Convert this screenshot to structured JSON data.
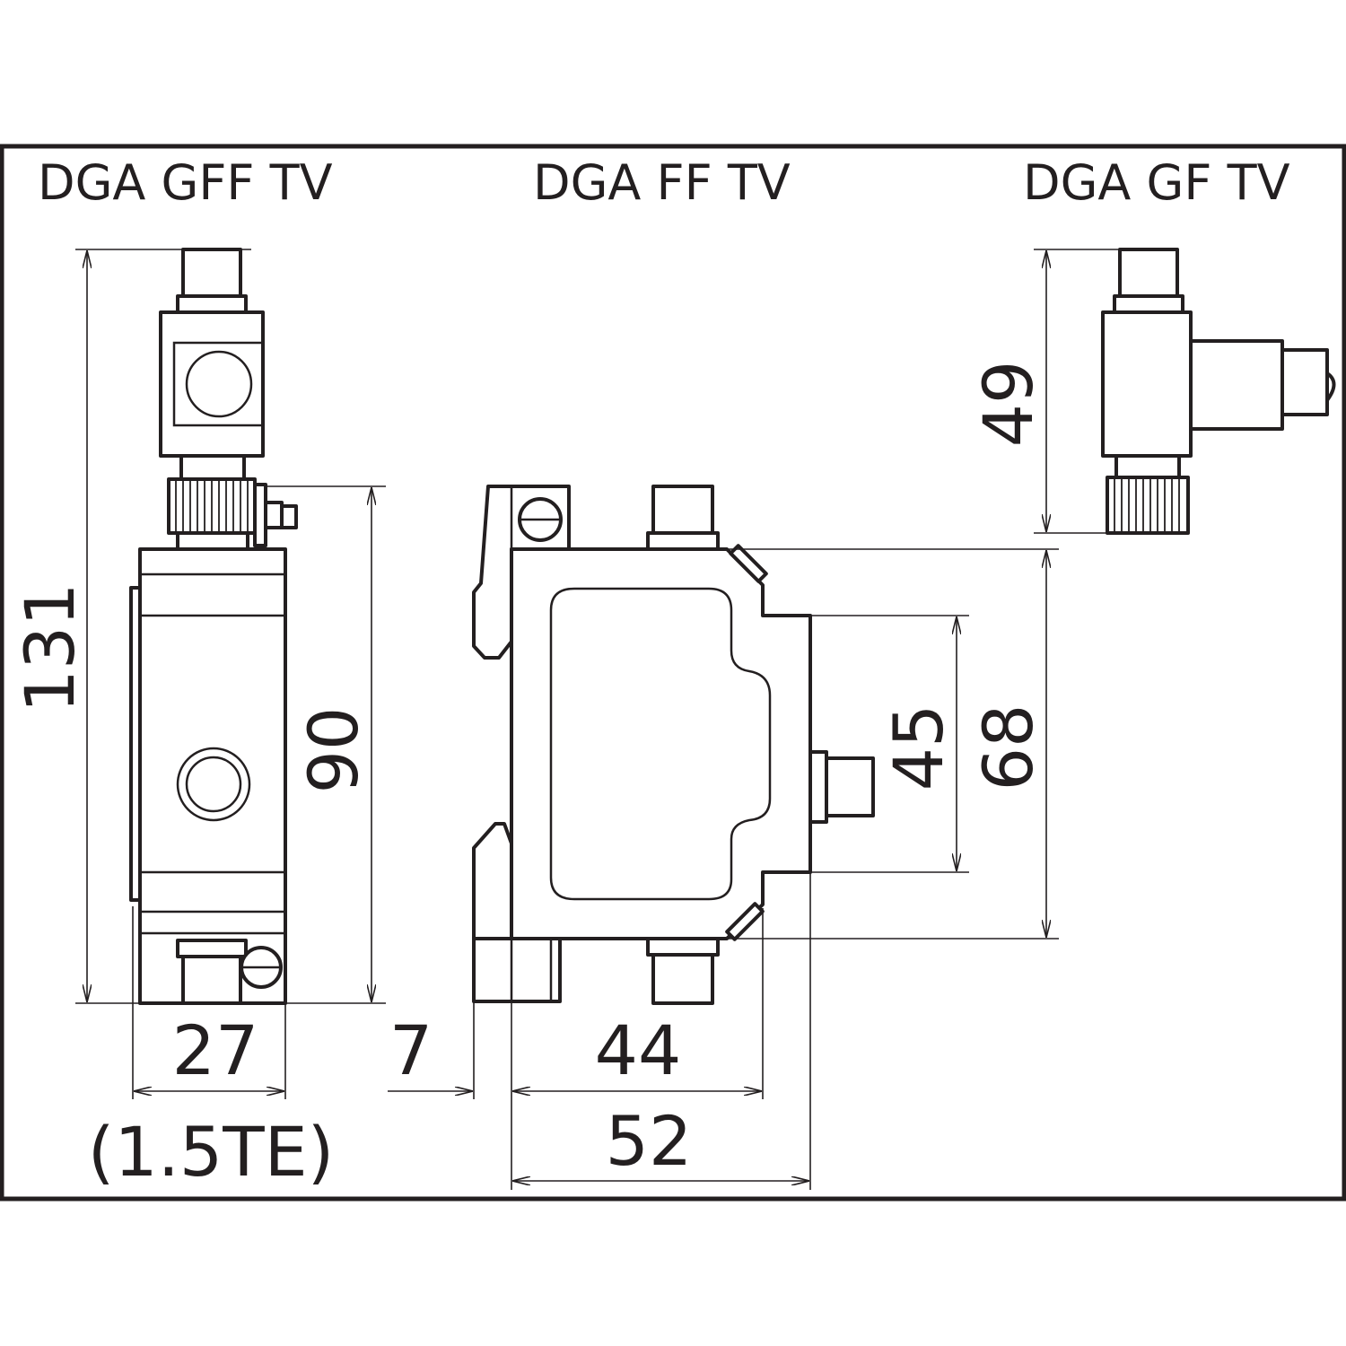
{
  "titles": {
    "left": "DGA GFF TV",
    "center": "DGA FF TV",
    "right": "DGA GF TV"
  },
  "dimensions": {
    "overall_height": "131",
    "body_height": "90",
    "width_left": "27",
    "width_left_note": "(1.5TE)",
    "offset": "7",
    "depth_44": "44",
    "depth_52": "52",
    "inner_45": "45",
    "height_68": "68",
    "adapter_height": "49"
  }
}
